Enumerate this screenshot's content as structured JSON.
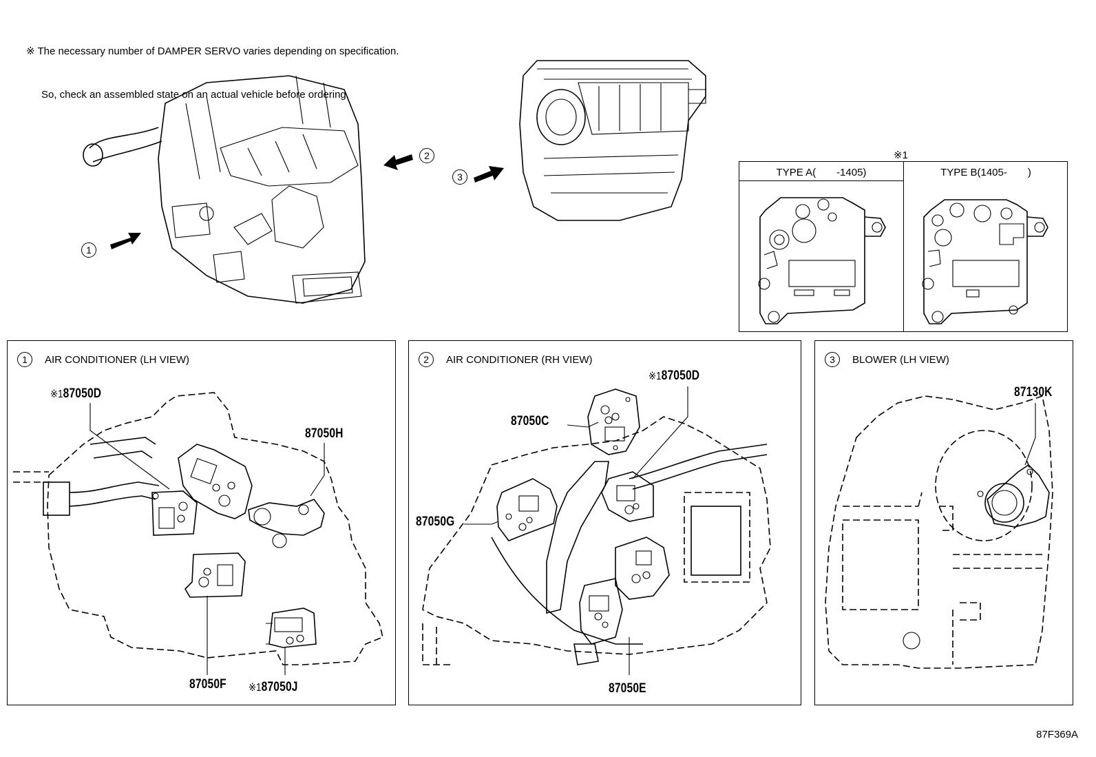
{
  "header_note": {
    "line1": "※ The necessary number of DAMPER SERVO varies depending on specification.",
    "line2": "So, check an assembled state on an actual vehicle before ordering."
  },
  "view_markers": {
    "v1": "1",
    "v2": "2",
    "v3": "3"
  },
  "type_table": {
    "footnote_mark": "※1",
    "type_a": "TYPE A(　　-1405)",
    "type_b": "TYPE B(1405-　　)"
  },
  "panels": [
    {
      "num": "1",
      "title": "AIR CONDITIONER (LH VIEW)",
      "parts": [
        {
          "mark": "※1",
          "code": "87050D"
        },
        {
          "mark": "",
          "code": "87050H"
        },
        {
          "mark": "",
          "code": "87050F"
        },
        {
          "mark": "※1",
          "code": "87050J"
        }
      ]
    },
    {
      "num": "2",
      "title": "AIR CONDITIONER (RH VIEW)",
      "parts": [
        {
          "mark": "※1",
          "code": "87050D"
        },
        {
          "mark": "",
          "code": "87050C"
        },
        {
          "mark": "",
          "code": "87050G"
        },
        {
          "mark": "",
          "code": "87050E"
        }
      ]
    },
    {
      "num": "3",
      "title": "BLOWER (LH VIEW)",
      "parts": [
        {
          "mark": "",
          "code": "87130K"
        }
      ]
    }
  ],
  "drawing_ref": "87F369A"
}
